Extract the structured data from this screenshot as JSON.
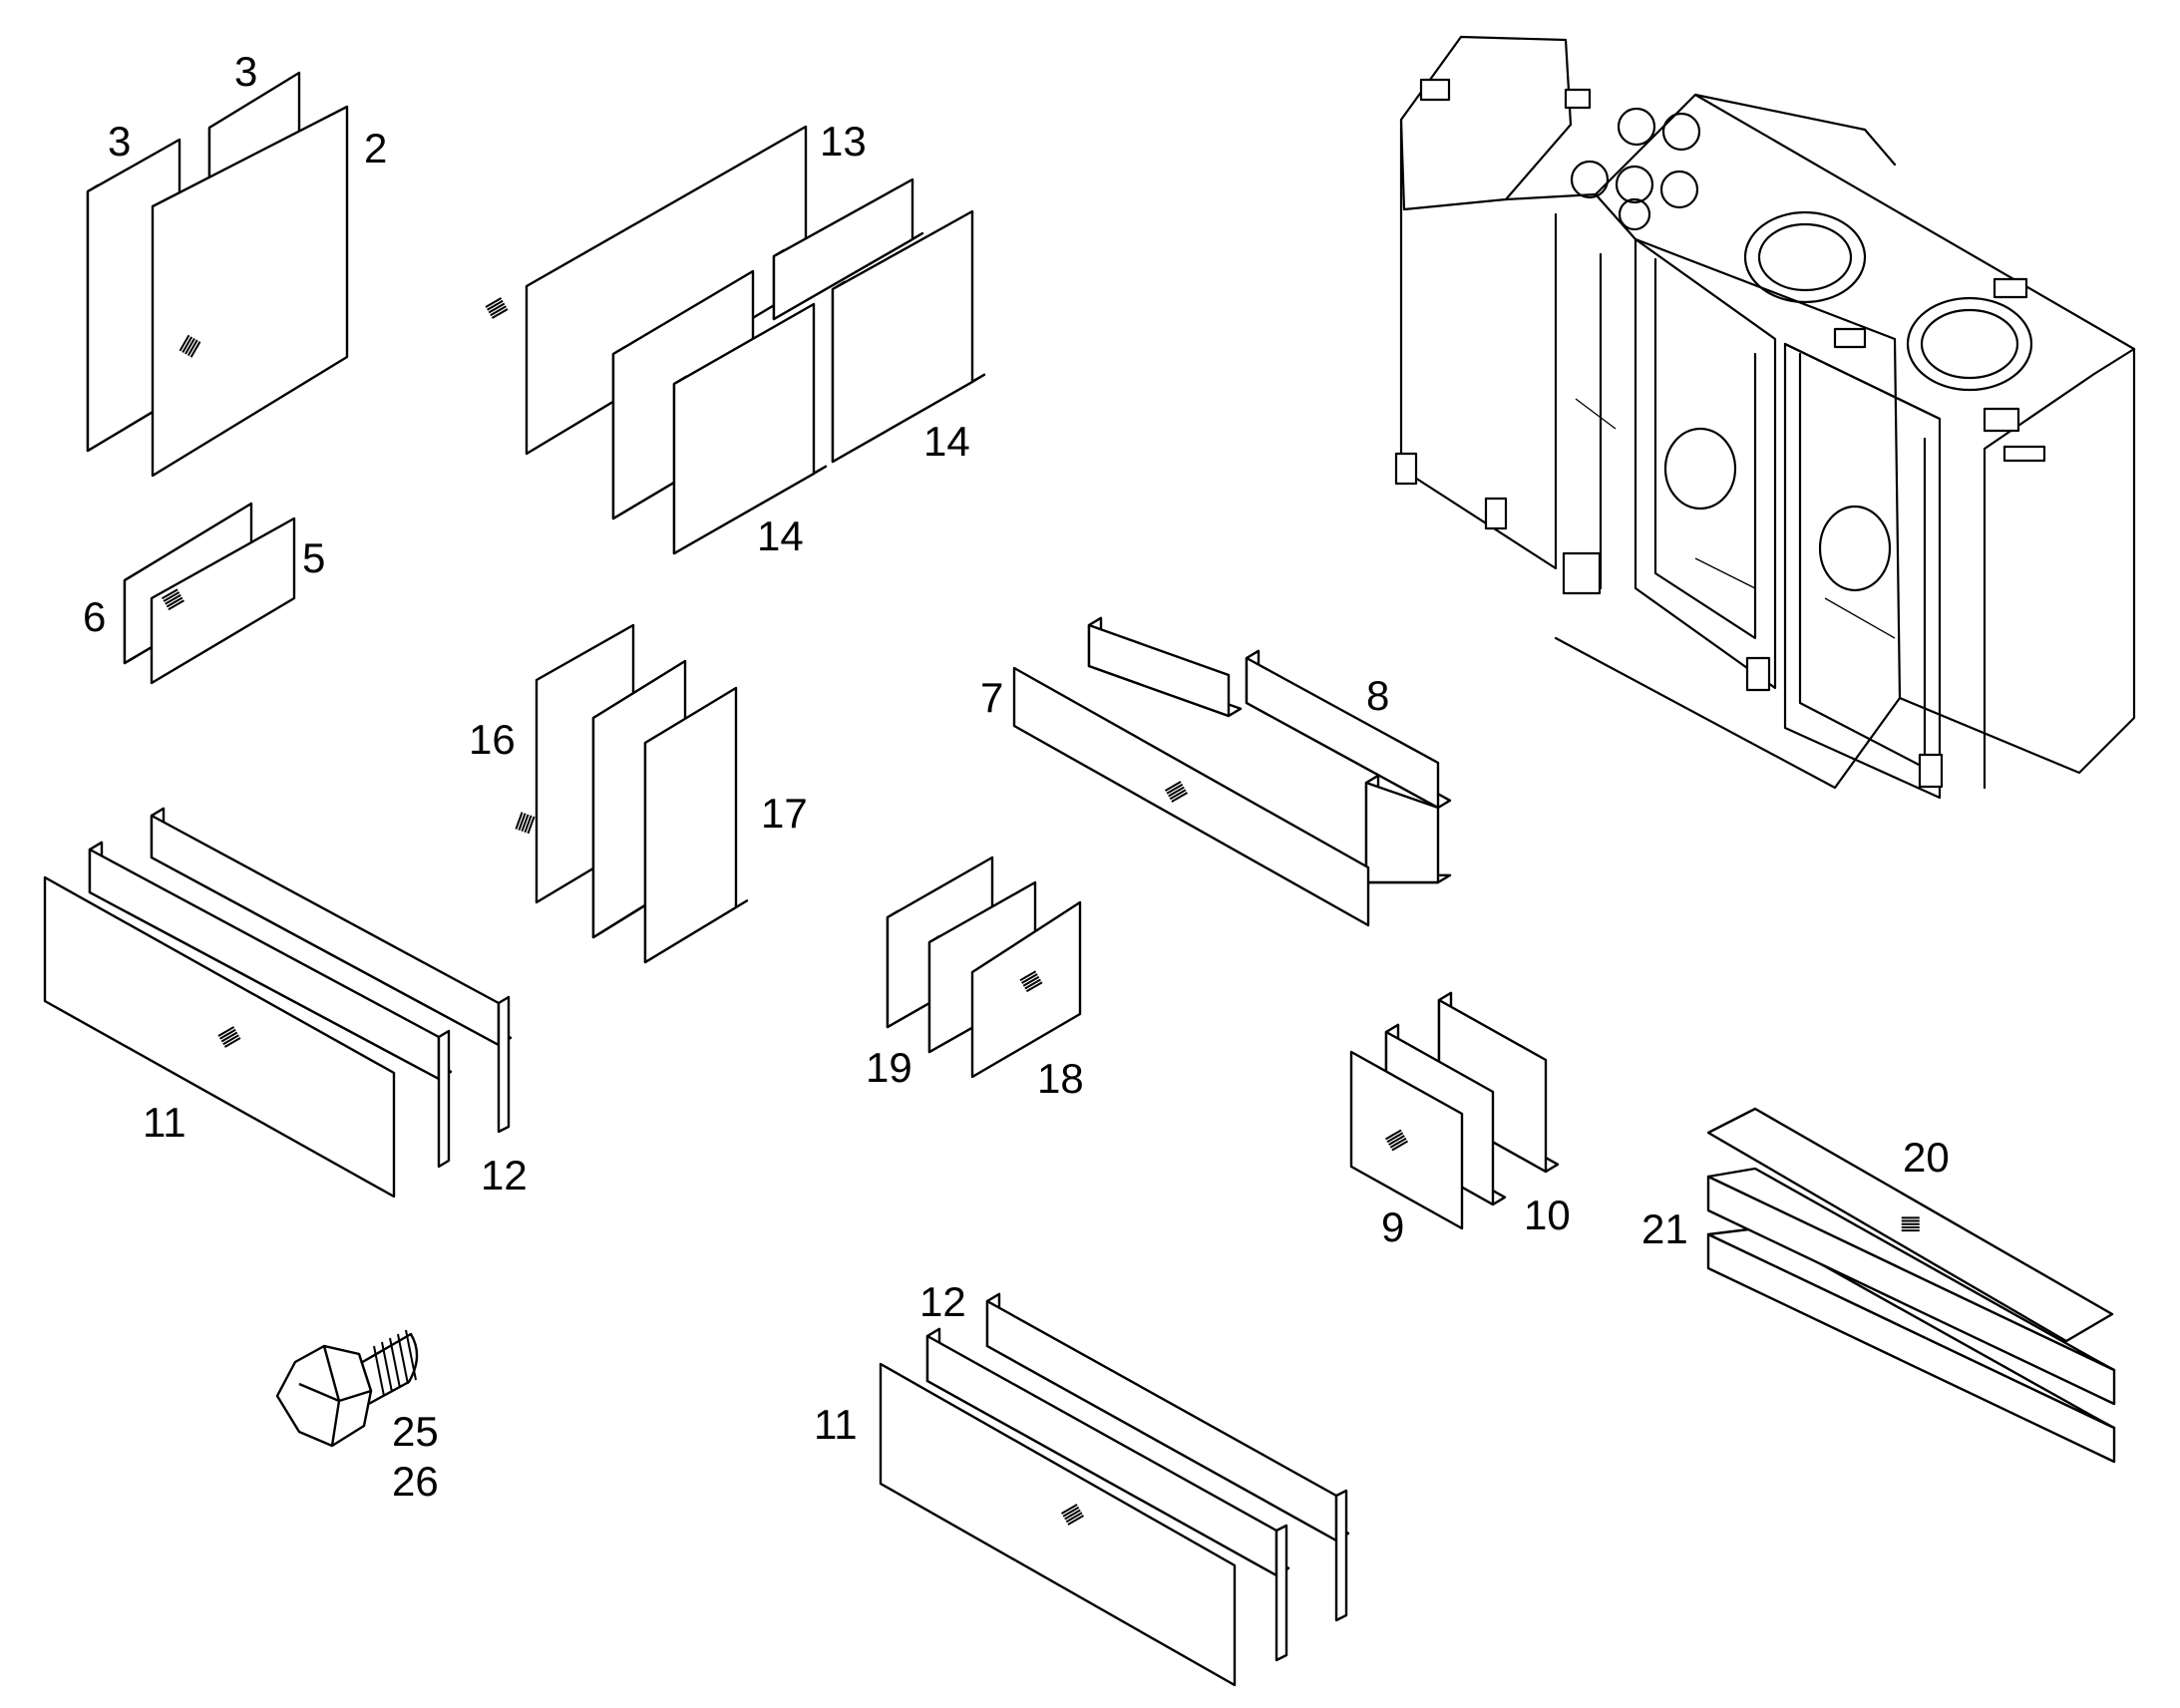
{
  "diagram": {
    "labels": {
      "l2": "2",
      "l3a": "3",
      "l3b": "3",
      "l5": "5",
      "l6": "6",
      "l7": "7",
      "l8": "8",
      "l9": "9",
      "l10": "10",
      "l11a": "11",
      "l11b": "11",
      "l12a": "12",
      "l12b": "12",
      "l13": "13",
      "l14a": "14",
      "l14b": "14",
      "l16": "16",
      "l17": "17",
      "l18": "18",
      "l19": "19",
      "l20": "20",
      "l21": "21",
      "l25": "25",
      "l26": "26"
    }
  }
}
